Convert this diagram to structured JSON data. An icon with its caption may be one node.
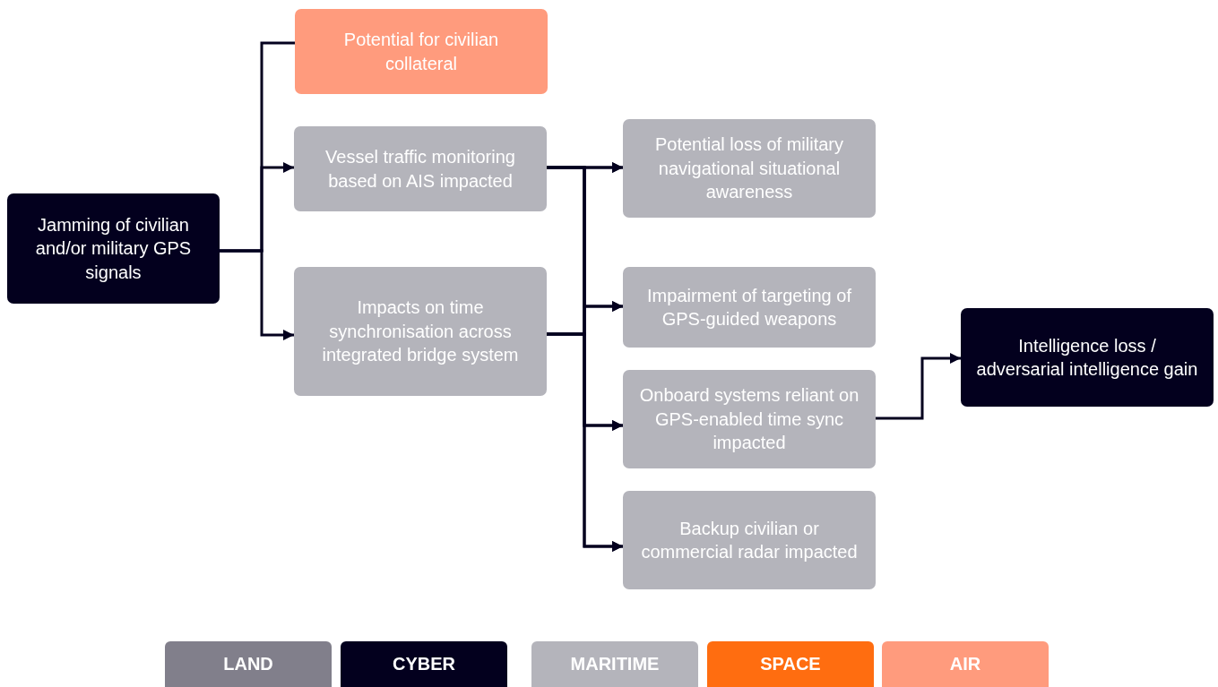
{
  "diagram": {
    "nodes": [
      {
        "text": [
          "Jamming of civilian and/or military GPS signals"
        ]
      },
      {
        "text": [
          "Potential for civilian collateral"
        ]
      },
      {
        "text": [
          "Vessel traffic monitoring based on AIS impacted"
        ]
      },
      {
        "text": [
          "Impacts on time synchronisation across integrated bridge system"
        ]
      },
      {
        "text": [
          "Potential loss of military navigational situational awareness"
        ]
      },
      {
        "text": [
          "Impairment of targeting of GPS-guided weapons"
        ]
      },
      {
        "text": [
          "Onboard systems reliant on GPS-enabled time sync impacted"
        ]
      },
      {
        "text": [
          "Backup civilian or commercial radar impacted"
        ]
      },
      {
        "text": [
          "Intelligence loss / adversarial intelligence gain"
        ]
      }
    ],
    "edges": [
      {
        "from": 0,
        "to": 1,
        "arrow": "none"
      },
      {
        "from": 0,
        "to": 2,
        "arrow": "to"
      },
      {
        "from": 0,
        "to": 3,
        "arrow": "to"
      },
      {
        "from": 2,
        "to": 4,
        "arrow": "to"
      },
      {
        "from": 2,
        "to": 5,
        "arrow": "to"
      },
      {
        "from": 2,
        "to": 6,
        "arrow": "to"
      },
      {
        "from": 2,
        "to": 7,
        "arrow": "to"
      },
      {
        "from": 3,
        "to": 4,
        "arrow": "to"
      },
      {
        "from": 3,
        "to": 5,
        "arrow": "to"
      },
      {
        "from": 3,
        "to": 6,
        "arrow": "to"
      },
      {
        "from": 3,
        "to": 7,
        "arrow": "to"
      },
      {
        "from": 6,
        "to": 8,
        "arrow": "to"
      }
    ],
    "legend": [
      {
        "text": "LAND",
        "color": "#817f8b"
      },
      {
        "text": "CYBER",
        "color": "#03001e"
      },
      {
        "text": "MARITIME",
        "color": "#b4b4bb"
      },
      {
        "text": "SPACE",
        "color": "#ff6d10"
      },
      {
        "text": "AIR",
        "color": "#ff9b7d"
      }
    ]
  }
}
